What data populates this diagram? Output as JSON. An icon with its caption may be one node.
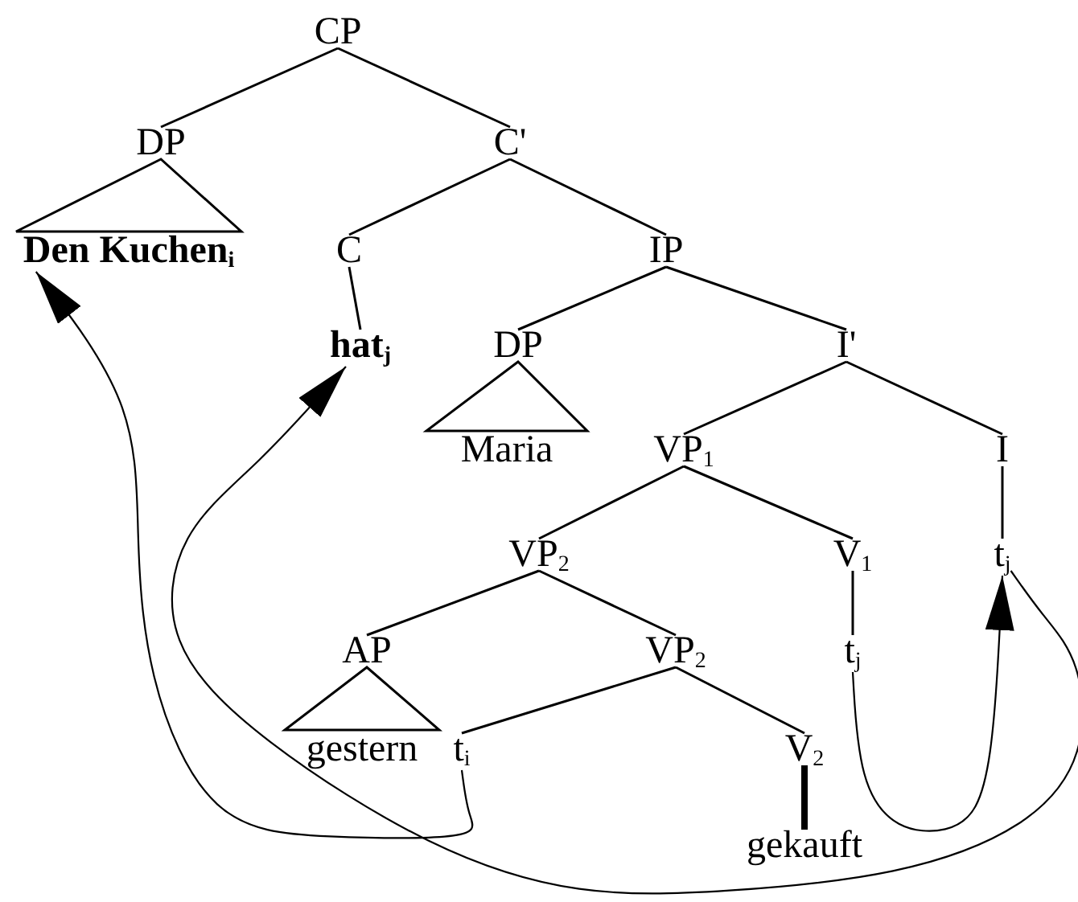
{
  "diagram": {
    "nodes": [
      {
        "text": [
          "CP"
        ]
      },
      {
        "text": [
          "DP"
        ]
      },
      {
        "text": [
          "C'"
        ]
      },
      {
        "text": [
          "Den Kuchen$_{i}$"
        ]
      },
      {
        "text": [
          "C"
        ]
      },
      {
        "text": [
          "IP"
        ]
      },
      {
        "text": [
          "hat$_{j}$"
        ]
      },
      {
        "text": [
          "DP"
        ]
      },
      {
        "text": [
          "I'"
        ]
      },
      {
        "text": [
          "Maria"
        ]
      },
      {
        "text": [
          "VP$_{1}$"
        ]
      },
      {
        "text": [
          "I"
        ]
      },
      {
        "text": [
          "VP$_{2}$"
        ]
      },
      {
        "text": [
          "V$_{1}$"
        ]
      },
      {
        "text": [
          "t$_{j}$"
        ]
      },
      {
        "text": [
          "AP"
        ]
      },
      {
        "text": [
          "VP$_{2}$"
        ]
      },
      {
        "text": [
          "t$_{j}$"
        ]
      },
      {
        "text": [
          "gestern"
        ]
      },
      {
        "text": [
          "t$_{i}$"
        ]
      },
      {
        "text": [
          "V$_{2}$"
        ]
      },
      {
        "text": [
          "gekauft"
        ]
      }
    ],
    "edges": [
      {
        "from": 0,
        "to": 1,
        "arrow": "none"
      },
      {
        "from": 0,
        "to": 2,
        "arrow": "none"
      },
      {
        "from": 1,
        "to": 3,
        "arrow": "none"
      },
      {
        "from": 2,
        "to": 4,
        "arrow": "none"
      },
      {
        "from": 2,
        "to": 5,
        "arrow": "none"
      },
      {
        "from": 4,
        "to": 6,
        "arrow": "none"
      },
      {
        "from": 5,
        "to": 7,
        "arrow": "none"
      },
      {
        "from": 5,
        "to": 8,
        "arrow": "none"
      },
      {
        "from": 7,
        "to": 9,
        "arrow": "none"
      },
      {
        "from": 8,
        "to": 10,
        "arrow": "none"
      },
      {
        "from": 8,
        "to": 11,
        "arrow": "none"
      },
      {
        "from": 11,
        "to": 14,
        "arrow": "none"
      },
      {
        "from": 10,
        "to": 12,
        "arrow": "none"
      },
      {
        "from": 10,
        "to": 13,
        "arrow": "none"
      },
      {
        "from": 13,
        "to": 17,
        "arrow": "none"
      },
      {
        "from": 12,
        "to": 15,
        "arrow": "none"
      },
      {
        "from": 12,
        "to": 16,
        "arrow": "none"
      },
      {
        "from": 15,
        "to": 18,
        "arrow": "none"
      },
      {
        "from": 16,
        "to": 19,
        "arrow": "none"
      },
      {
        "from": 16,
        "to": 20,
        "arrow": "none"
      },
      {
        "from": 20,
        "to": 21,
        "arrow": "none",
        "style": "thick"
      },
      {
        "from": 19,
        "to": 3,
        "arrow": "to"
      },
      {
        "from": 17,
        "to": 14,
        "arrow": "to"
      },
      {
        "from": 14,
        "to": 6,
        "arrow": "to"
      }
    ]
  }
}
